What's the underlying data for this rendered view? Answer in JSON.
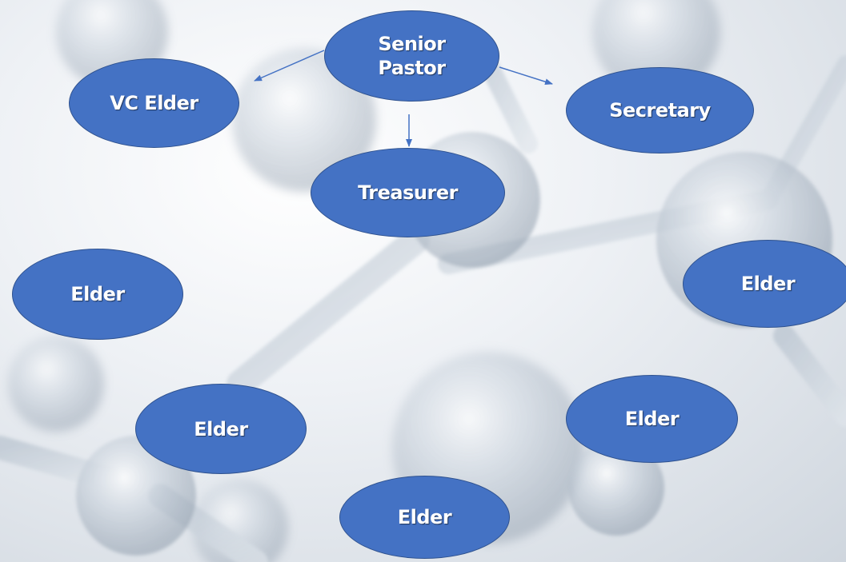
{
  "diagram": {
    "nodes": {
      "senior_pastor": {
        "line1": "Senior",
        "line2": "Pastor"
      },
      "vc_elder": {
        "label": "VC Elder"
      },
      "secretary": {
        "label": "Secretary"
      },
      "treasurer": {
        "label": "Treasurer"
      },
      "elder_left": {
        "label": "Elder"
      },
      "elder_right": {
        "label": "Elder"
      },
      "elder_lower_left": {
        "label": "Elder"
      },
      "elder_lower_right": {
        "label": "Elder"
      },
      "elder_bottom": {
        "label": "Elder"
      }
    },
    "edges": [
      {
        "from": "Senior Pastor",
        "to": "VC Elder"
      },
      {
        "from": "Senior Pastor",
        "to": "Secretary"
      },
      {
        "from": "Senior Pastor",
        "to": "Treasurer"
      }
    ]
  },
  "colors": {
    "node_fill": "#4472c4",
    "node_border": "#2f528f",
    "node_text": "#ffffff",
    "arrow": "#4472c4"
  }
}
